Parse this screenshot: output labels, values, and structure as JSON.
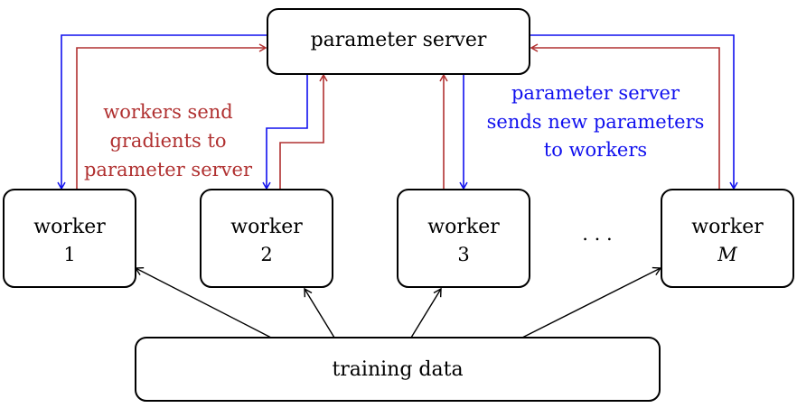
{
  "colors": {
    "gradient_flow": "#b03030",
    "parameter_flow": "#1010ee",
    "box_stroke": "#000000"
  },
  "server": {
    "label": "parameter server"
  },
  "workers": [
    {
      "title": "worker",
      "index": "1"
    },
    {
      "title": "worker",
      "index": "2"
    },
    {
      "title": "worker",
      "index": "3"
    },
    {
      "title": "worker",
      "index": "M"
    }
  ],
  "ellipsis": ". . .",
  "training": {
    "label": "training data"
  },
  "annotations": {
    "send_gradients": [
      "workers send",
      "gradients to",
      "parameter server"
    ],
    "send_parameters": [
      "parameter server",
      "sends new parameters",
      "to workers"
    ]
  }
}
